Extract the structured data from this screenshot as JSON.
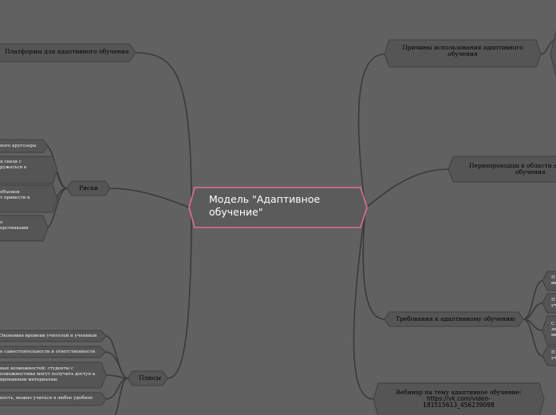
{
  "central": {
    "line1": "Модель \"Адаптивное",
    "line2": "обучение\""
  },
  "right_branches": {
    "reasons": {
      "line1": "Причины использования адаптивного",
      "line2": "обучения"
    },
    "pioneers": {
      "line1": "Первопроходцы в области а",
      "line2": "обучения"
    },
    "requirements": {
      "label": "Требования к адаптивному обучению"
    },
    "webinar": {
      "line1": "Вебинар на тему адаптивное обучение:",
      "line2": "https://vk.com/video-",
      "line3": "181515613_456239098"
    }
  },
  "left_branches": {
    "platforms": {
      "label": "Платформы для адаптивного обучения"
    },
    "risks": {
      "label": "Риски"
    },
    "pluses": {
      "label": "Плюсы"
    }
  },
  "risk_items": [
    {
      "line1": "ного кругозора",
      "line2": ""
    },
    {
      "line1": "я связи с",
      "line2": "ружаться в"
    },
    {
      "line1": "объемов",
      "line2": "т привести к"
    },
    {
      "line1": "о",
      "line2": "ерстниками"
    }
  ],
  "plus_items": [
    {
      "line1": "Экономия времени учителей и учеников",
      "line2": "",
      "line3": ""
    },
    {
      "line1": "е самостоятельности и ответственности",
      "line2": "",
      "line3": ""
    },
    {
      "line1": "ных возможностей: студенты с",
      "line2": "озможностями могут получить доступ к",
      "line3": "ированным материалам."
    },
    {
      "line1": "ность, можно учиться в любое удобное",
      "line2": "",
      "line3": ""
    }
  ],
  "requirement_items": [
    {
      "line1": "П",
      "line2": "ви"
    },
    {
      "line1": "П",
      "line2": "уч"
    },
    {
      "line1": "С",
      "line2": "ле",
      "line3": "ви"
    },
    {
      "line1": "П",
      "line2": "уч"
    }
  ],
  "colors": {
    "background": "#616161",
    "node_fill": "#555555",
    "node_stroke": "#3f3f3f",
    "connector": "#3a3a3a",
    "accent_text": "#ee7aa6",
    "central_fill": "#5b5b5b",
    "central_stroke": "#e06d9a"
  }
}
